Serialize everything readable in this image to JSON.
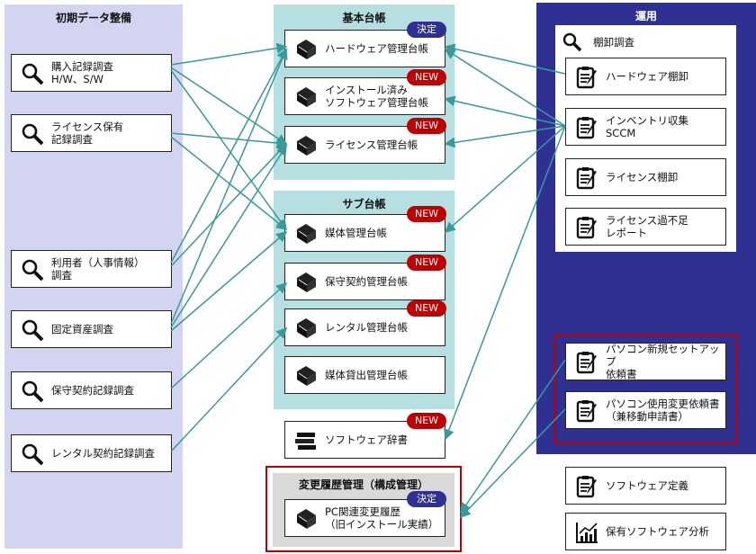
{
  "left": {
    "title": "初期データ整備",
    "items": [
      {
        "l1": "購入記録調査",
        "l2": "H/W、S/W"
      },
      {
        "l1": "ライセンス保有",
        "l2": "記録調査"
      },
      {
        "l1": "利用者（人事情報）",
        "l2": "調査"
      },
      {
        "l1": "固定資産調査",
        "l2": ""
      },
      {
        "l1": "保守契約記録調査",
        "l2": ""
      },
      {
        "l1": "レンタル契約記録調査",
        "l2": ""
      }
    ]
  },
  "basic": {
    "title": "基本台帳",
    "items": [
      {
        "l1": "ハードウェア管理台帳",
        "l2": "",
        "badge": "決定"
      },
      {
        "l1": "インストール済み",
        "l2": "ソフトウェア管理台帳",
        "badge": "NEW"
      },
      {
        "l1": "ライセンス管理台帳",
        "l2": "",
        "badge": "NEW"
      }
    ]
  },
  "sub": {
    "title": "サブ台帳",
    "items": [
      {
        "l1": "媒体管理台帳",
        "badge": "NEW"
      },
      {
        "l1": "保守契約管理台帳",
        "badge": "NEW"
      },
      {
        "l1": "レンタル管理台帳",
        "badge": "NEW"
      },
      {
        "l1": "媒体貸出管理台帳"
      }
    ]
  },
  "dictionary": {
    "label": "ソフトウェア辞書",
    "badge": "NEW"
  },
  "history": {
    "title": "変更履歴管理（構成管理）",
    "l1": "PC関連変更履歴",
    "l2": "（旧インストール実績）",
    "badge": "決定"
  },
  "ops": {
    "title": "運用",
    "inventory_title": "棚卸調査",
    "items": [
      {
        "l1": "ハードウェア棚卸",
        "l2": ""
      },
      {
        "l1": "インベントリ収集",
        "l2": "SCCM"
      },
      {
        "l1": "ライセンス棚卸",
        "l2": ""
      },
      {
        "l1": "ライセンス過不足",
        "l2": "レポート"
      }
    ],
    "requests": [
      {
        "l1": "パソコン新規セットアップ",
        "l2": "依頼書"
      },
      {
        "l1": "パソコン使用変更依頼書",
        "l2": "（兼移動申請書）"
      }
    ]
  },
  "extra": [
    {
      "label": "ソフトウェア定義"
    },
    {
      "label": "保有ソフトウェア分析"
    }
  ],
  "colors": {
    "arrow": "#3a9999",
    "navy": "#2e3192",
    "red": "#c00000"
  }
}
